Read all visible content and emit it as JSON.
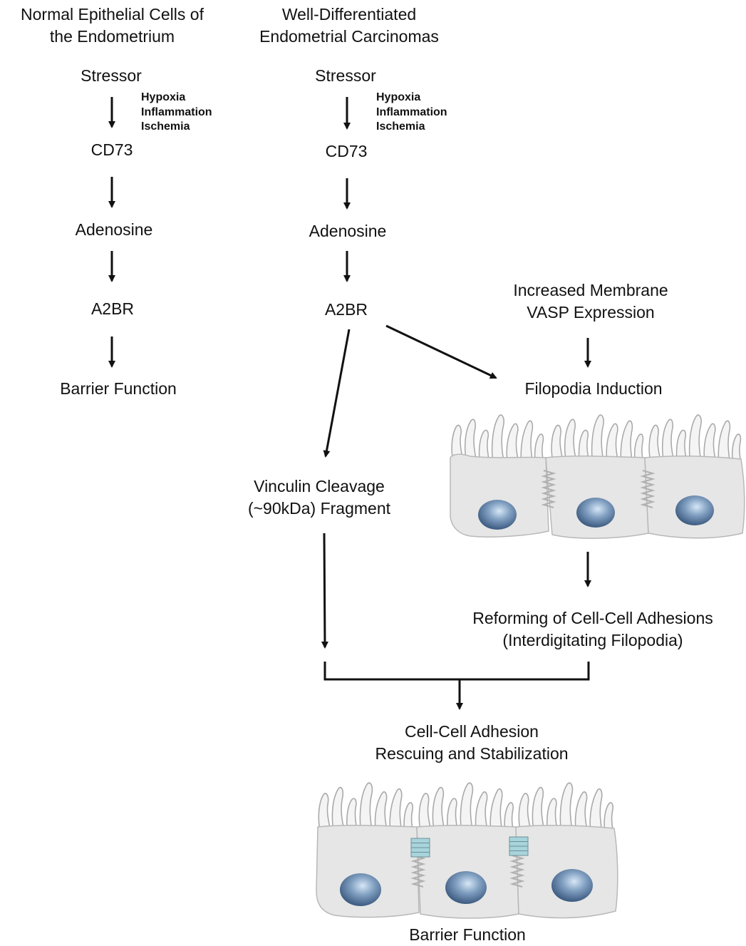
{
  "left_column": {
    "title_line1": "Normal Epithelial Cells of",
    "title_line2": "the Endometrium",
    "stressor": "Stressor",
    "stressors": [
      "Hypoxia",
      "Inflammation",
      "Ischemia"
    ],
    "cd73": "CD73",
    "adenosine": "Adenosine",
    "a2br": "A2BR",
    "barrier": "Barrier Function"
  },
  "middle_column": {
    "title_line1": "Well-Differentiated",
    "title_line2": "Endometrial Carcinomas",
    "stressor": "Stressor",
    "stressors": [
      "Hypoxia",
      "Inflammation",
      "Ischemia"
    ],
    "cd73": "CD73",
    "adenosine": "Adenosine",
    "a2br": "A2BR",
    "vinculin_line1": "Vinculin Cleavage",
    "vinculin_line2": "(~90kDa) Fragment"
  },
  "right_column": {
    "vasp_line1": "Increased Membrane",
    "vasp_line2": "VASP Expression",
    "filopodia": "Filopodia Induction",
    "reforming_line1": "Reforming of Cell-Cell Adhesions",
    "reforming_line2": "(Interdigitating Filopodia)"
  },
  "bottom": {
    "adhesion_line1": "Cell-Cell Adhesion",
    "adhesion_line2": "Rescuing and Stabilization",
    "barrier": "Barrier Function"
  },
  "colors": {
    "text": "#111111",
    "arrow": "#111111",
    "cell_fill": "#e6e6e6",
    "filopodia_fill": "#f4f4f4",
    "nucleus": "#4a6a8e",
    "junction": "#a8d4dc"
  }
}
